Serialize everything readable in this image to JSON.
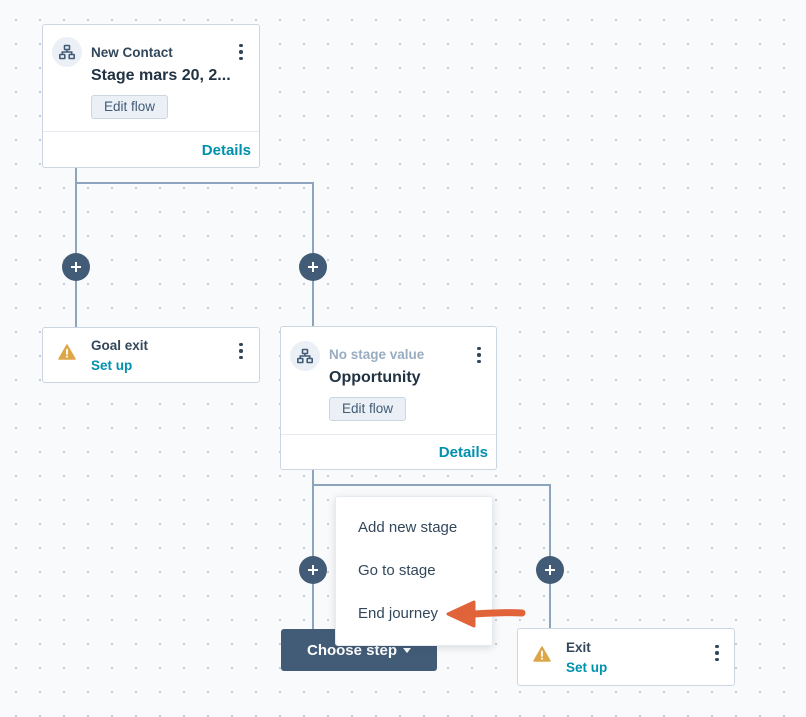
{
  "stage1": {
    "icon": "workflow-icon",
    "subtitle": "New Contact",
    "title": "Stage mars 20, 2...",
    "edit_label": "Edit flow",
    "details_label": "Details"
  },
  "goal_exit": {
    "icon": "warning-icon",
    "title": "Goal exit",
    "setup_label": "Set up"
  },
  "stage2": {
    "icon": "workflow-icon",
    "subtitle": "No stage value",
    "title": "Opportunity",
    "edit_label": "Edit flow",
    "details_label": "Details"
  },
  "choose_step": {
    "label": "Choose step"
  },
  "dropdown": {
    "items": [
      {
        "label": "Add new stage"
      },
      {
        "label": "Go to stage"
      },
      {
        "label": "End journey"
      }
    ]
  },
  "exit": {
    "icon": "warning-icon",
    "title": "Exit",
    "setup_label": "Set up"
  },
  "colors": {
    "connector": "#7c98b6",
    "accent_link": "#0091ae",
    "node_button": "#425b76",
    "warning": "#dba749",
    "annotation_arrow": "#e0633a"
  }
}
